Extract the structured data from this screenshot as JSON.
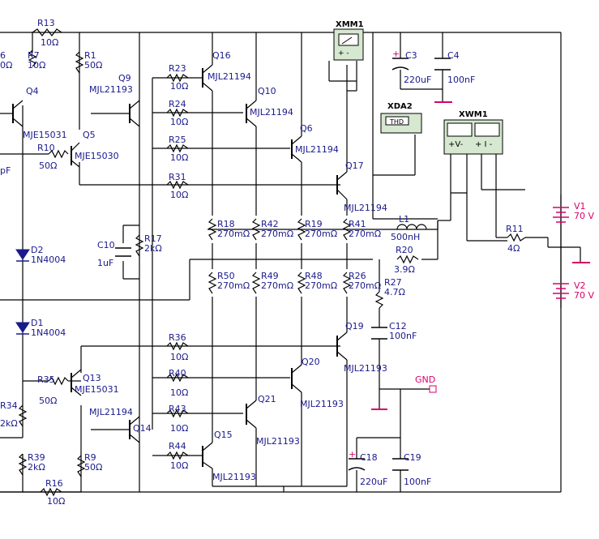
{
  "colors": {
    "wire": "#000000",
    "label": "#1a1a8c",
    "power": "#d9006c",
    "instrument_bg": "#d6e8d0"
  },
  "instruments": {
    "xmm1": {
      "title": "XMM1",
      "terms": "+    -"
    },
    "xda2": {
      "title": "XDA2",
      "face": "THD"
    },
    "xwm1": {
      "title": "XWM1",
      "v": "+V-",
      "i": "+ I -"
    }
  },
  "resistors": {
    "r13": {
      "name": "R13",
      "value": "10Ω"
    },
    "r7": {
      "name": "R7",
      "value": "10Ω"
    },
    "r1": {
      "name": "R1",
      "value": "50Ω"
    },
    "r10": {
      "name": "R10",
      "value": "50Ω"
    },
    "r17": {
      "name": "R17",
      "value": "2kΩ"
    },
    "r23": {
      "name": "R23",
      "value": "10Ω"
    },
    "r24": {
      "name": "R24",
      "value": "10Ω"
    },
    "r25": {
      "name": "R25",
      "value": "10Ω"
    },
    "r31": {
      "name": "R31",
      "value": "10Ω"
    },
    "r18": {
      "name": "R18",
      "value": "270mΩ"
    },
    "r42": {
      "name": "R42",
      "value": "270mΩ"
    },
    "r19": {
      "name": "R19",
      "value": "270mΩ"
    },
    "r41": {
      "name": "R41",
      "value": "270mΩ"
    },
    "r50": {
      "name": "R50",
      "value": "270mΩ"
    },
    "r49": {
      "name": "R49",
      "value": "270mΩ"
    },
    "r48": {
      "name": "R48",
      "value": "270mΩ"
    },
    "r26": {
      "name": "R26",
      "value": "270mΩ"
    },
    "r20": {
      "name": "R20",
      "value": "3.9Ω"
    },
    "r27": {
      "name": "R27",
      "value": "4.7Ω"
    },
    "r11": {
      "name": "R11",
      "value": "4Ω"
    },
    "r36": {
      "name": "R36",
      "value": "10Ω"
    },
    "r40": {
      "name": "R40",
      "value": "10Ω"
    },
    "r43": {
      "name": "R43",
      "value": "10Ω"
    },
    "r44": {
      "name": "R44",
      "value": "10Ω"
    },
    "r35": {
      "name": "R35",
      "value": "50Ω"
    },
    "r34": {
      "name": "R34",
      "value": "2kΩ"
    },
    "r39": {
      "name": "R39",
      "value": "2kΩ"
    },
    "r9": {
      "name": "R9",
      "value": "50Ω"
    },
    "r16": {
      "name": "R16",
      "value": "10Ω"
    }
  },
  "capacitors": {
    "c3": {
      "name": "C3",
      "value": "220uF"
    },
    "c4": {
      "name": "C4",
      "value": "100nF"
    },
    "c10": {
      "name": "C10",
      "value": "1uF"
    },
    "c12": {
      "name": "C12",
      "value": "100nF"
    },
    "c18": {
      "name": "C18",
      "value": "220uF"
    },
    "c19": {
      "name": "C19",
      "value": "100nF"
    }
  },
  "inductor": {
    "name": "L1",
    "value": "500nH"
  },
  "diodes": {
    "d2": {
      "name": "D2",
      "part": "1N4004"
    },
    "d1": {
      "name": "D1",
      "part": "1N4004"
    }
  },
  "transistors": {
    "q4": {
      "name": "Q4"
    },
    "mje15031_top": {
      "part": "MJE15031"
    },
    "q5": {
      "name": "Q5"
    },
    "mje15030": {
      "part": "MJE15030"
    },
    "q9": {
      "name": "Q9",
      "part": "MJL21193"
    },
    "q16": {
      "name": "Q16",
      "part": "MJL21194"
    },
    "q10": {
      "name": "Q10",
      "part": "MJL21194"
    },
    "q6": {
      "name": "Q6",
      "part": "MJL21194"
    },
    "q17": {
      "name": "Q17",
      "part": "MJL21194"
    },
    "q19": {
      "name": "Q19",
      "part": "MJL21193"
    },
    "q20": {
      "name": "Q20",
      "part": "MJL21193"
    },
    "q21": {
      "name": "Q21",
      "part": "MJL21193"
    },
    "q15": {
      "name": "Q15",
      "part": "MJL21193"
    },
    "q13": {
      "name": "Q13",
      "part": "MJE15031"
    },
    "q14": {
      "name": "Q14",
      "part": "MJL21194"
    }
  },
  "sources": {
    "v1": {
      "name": "V1",
      "value": "70 V"
    },
    "v2": {
      "name": "V2",
      "value": "70 V"
    }
  },
  "gnd_label": "GND",
  "clipped": {
    "left_top": "6",
    "left_r7": "0Ω",
    "left_pf": "pF"
  }
}
